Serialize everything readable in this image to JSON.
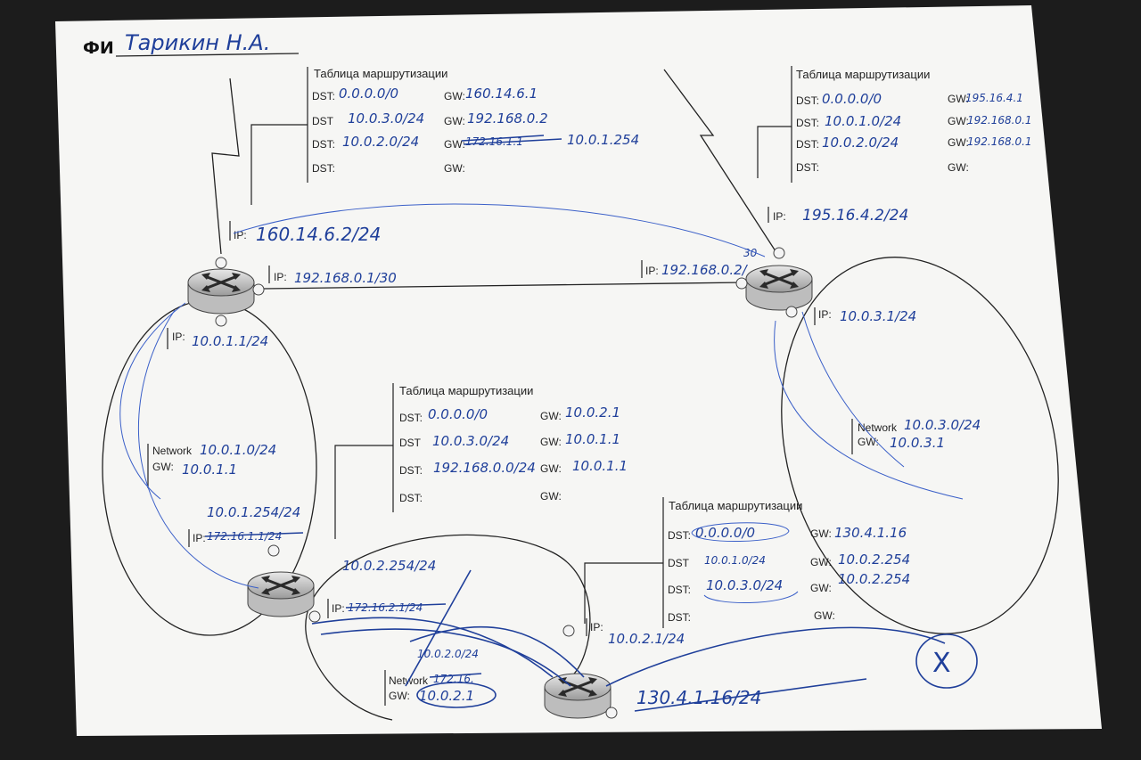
{
  "header": {
    "label": "ФИ",
    "name": "Тарикин Н.А."
  },
  "routing_table_title": "Таблица маршрутизации",
  "field_labels": {
    "dst": "DST:",
    "dst_alt": "DST",
    "gw": "GW:",
    "ip": "IP:",
    "network": "Network"
  },
  "tables": [
    {
      "rows": [
        {
          "dst": "0.0.0.0/0",
          "gw": "160.14.6.1"
        },
        {
          "dst": "10.0.3.0/24",
          "gw": "192.168.0.2"
        },
        {
          "dst": "10.0.2.0/24",
          "gw_struck": "172.16.1.1",
          "gw": "10.0.1.254"
        },
        {
          "dst": "",
          "gw": ""
        }
      ]
    },
    {
      "rows": [
        {
          "dst": "0.0.0.0/0",
          "gw": "195.16.4.1"
        },
        {
          "dst": "10.0.1.0/24",
          "gw": "192.168.0.1"
        },
        {
          "dst": "10.0.2.0/24",
          "gw": "192.168.0.1"
        },
        {
          "dst": "",
          "gw": ""
        }
      ]
    },
    {
      "rows": [
        {
          "dst": "0.0.0.0/0",
          "gw": "10.0.2.1"
        },
        {
          "dst": "10.0.3.0/24",
          "gw": "10.0.1.1"
        },
        {
          "dst": "192.168.0.0/24",
          "gw": "10.0.1.1"
        },
        {
          "dst": "",
          "gw": ""
        }
      ]
    },
    {
      "rows": [
        {
          "dst": "0.0.0.0/0",
          "gw": "130.4.1.16"
        },
        {
          "dst": "10.0.1.0/24",
          "gw": "10.0.2.254"
        },
        {
          "dst": "10.0.3.0/24",
          "gw": "10.0.2.254"
        },
        {
          "dst": "",
          "gw": ""
        }
      ]
    }
  ],
  "ip_labels": {
    "r1_wan": "160.14.6.2/24",
    "r1_link": "192.168.0.1/30",
    "r1_lan": "10.0.1.1/24",
    "r2_wan": "195.16.4.2/24",
    "r2_link": "192.168.0.2/",
    "r2_link_mask": "30",
    "r2_lan": "10.0.3.1/24",
    "r3_up_new": "10.0.1.254/24",
    "r3_up_struck": "172.16.1.1/24",
    "r3_down_new": "10.0.2.254/24",
    "r3_down_struck": "172.16.2.1/24",
    "r4_lan": "10.0.2.1/24",
    "r4_wan": "130.4.1.16/24"
  },
  "networks": {
    "left": {
      "network": "10.0.1.0/24",
      "gw": "10.0.1.1"
    },
    "right": {
      "network": "10.0.3.0/24",
      "gw": "10.0.3.1"
    },
    "bottom": {
      "network_struck": "172.16.",
      "network_above": "10.0.2.0/24",
      "gw": "10.0.2.1"
    }
  },
  "annotations": {
    "x_mark": "X"
  },
  "colors": {
    "paper": "#f6f6f4",
    "ink": "#1f3f9a",
    "print": "#222222",
    "background": "#1c1c1c"
  }
}
